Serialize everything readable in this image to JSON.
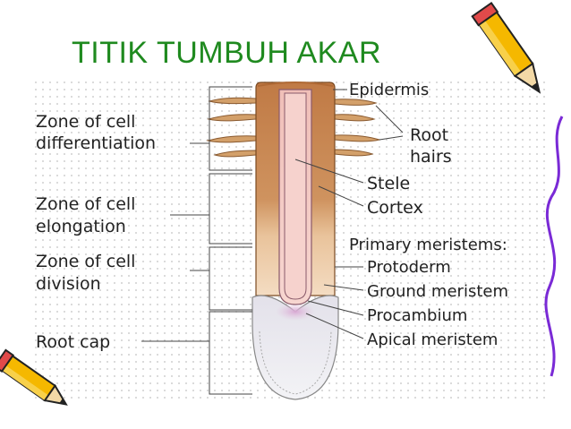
{
  "title": "TITIK TUMBUH AKAR",
  "zones": {
    "differentiation": [
      "Zone of cell",
      "differentiation"
    ],
    "elongation": [
      "Zone of cell",
      "elongation"
    ],
    "division": [
      "Zone of cell",
      "division"
    ],
    "root_cap": "Root cap"
  },
  "structures": {
    "epidermis": "Epidermis",
    "root_hairs": [
      "Root",
      "hairs"
    ],
    "stele": "Stele",
    "cortex": "Cortex",
    "primary_meristems": "Primary meristems:",
    "protoderm": "Protoderm",
    "ground_meristem": "Ground meristem",
    "procambium": "Procambium",
    "apical_meristem": "Apical meristem"
  },
  "colors": {
    "title": "#1f8a1f",
    "cortex": "#c98a58",
    "stele": "#f2c4bf",
    "root_cap": "#ececf0",
    "pencil": "#f5b800"
  },
  "icons": [
    "pencil-icon-top-right",
    "pencil-icon-bottom-left"
  ]
}
